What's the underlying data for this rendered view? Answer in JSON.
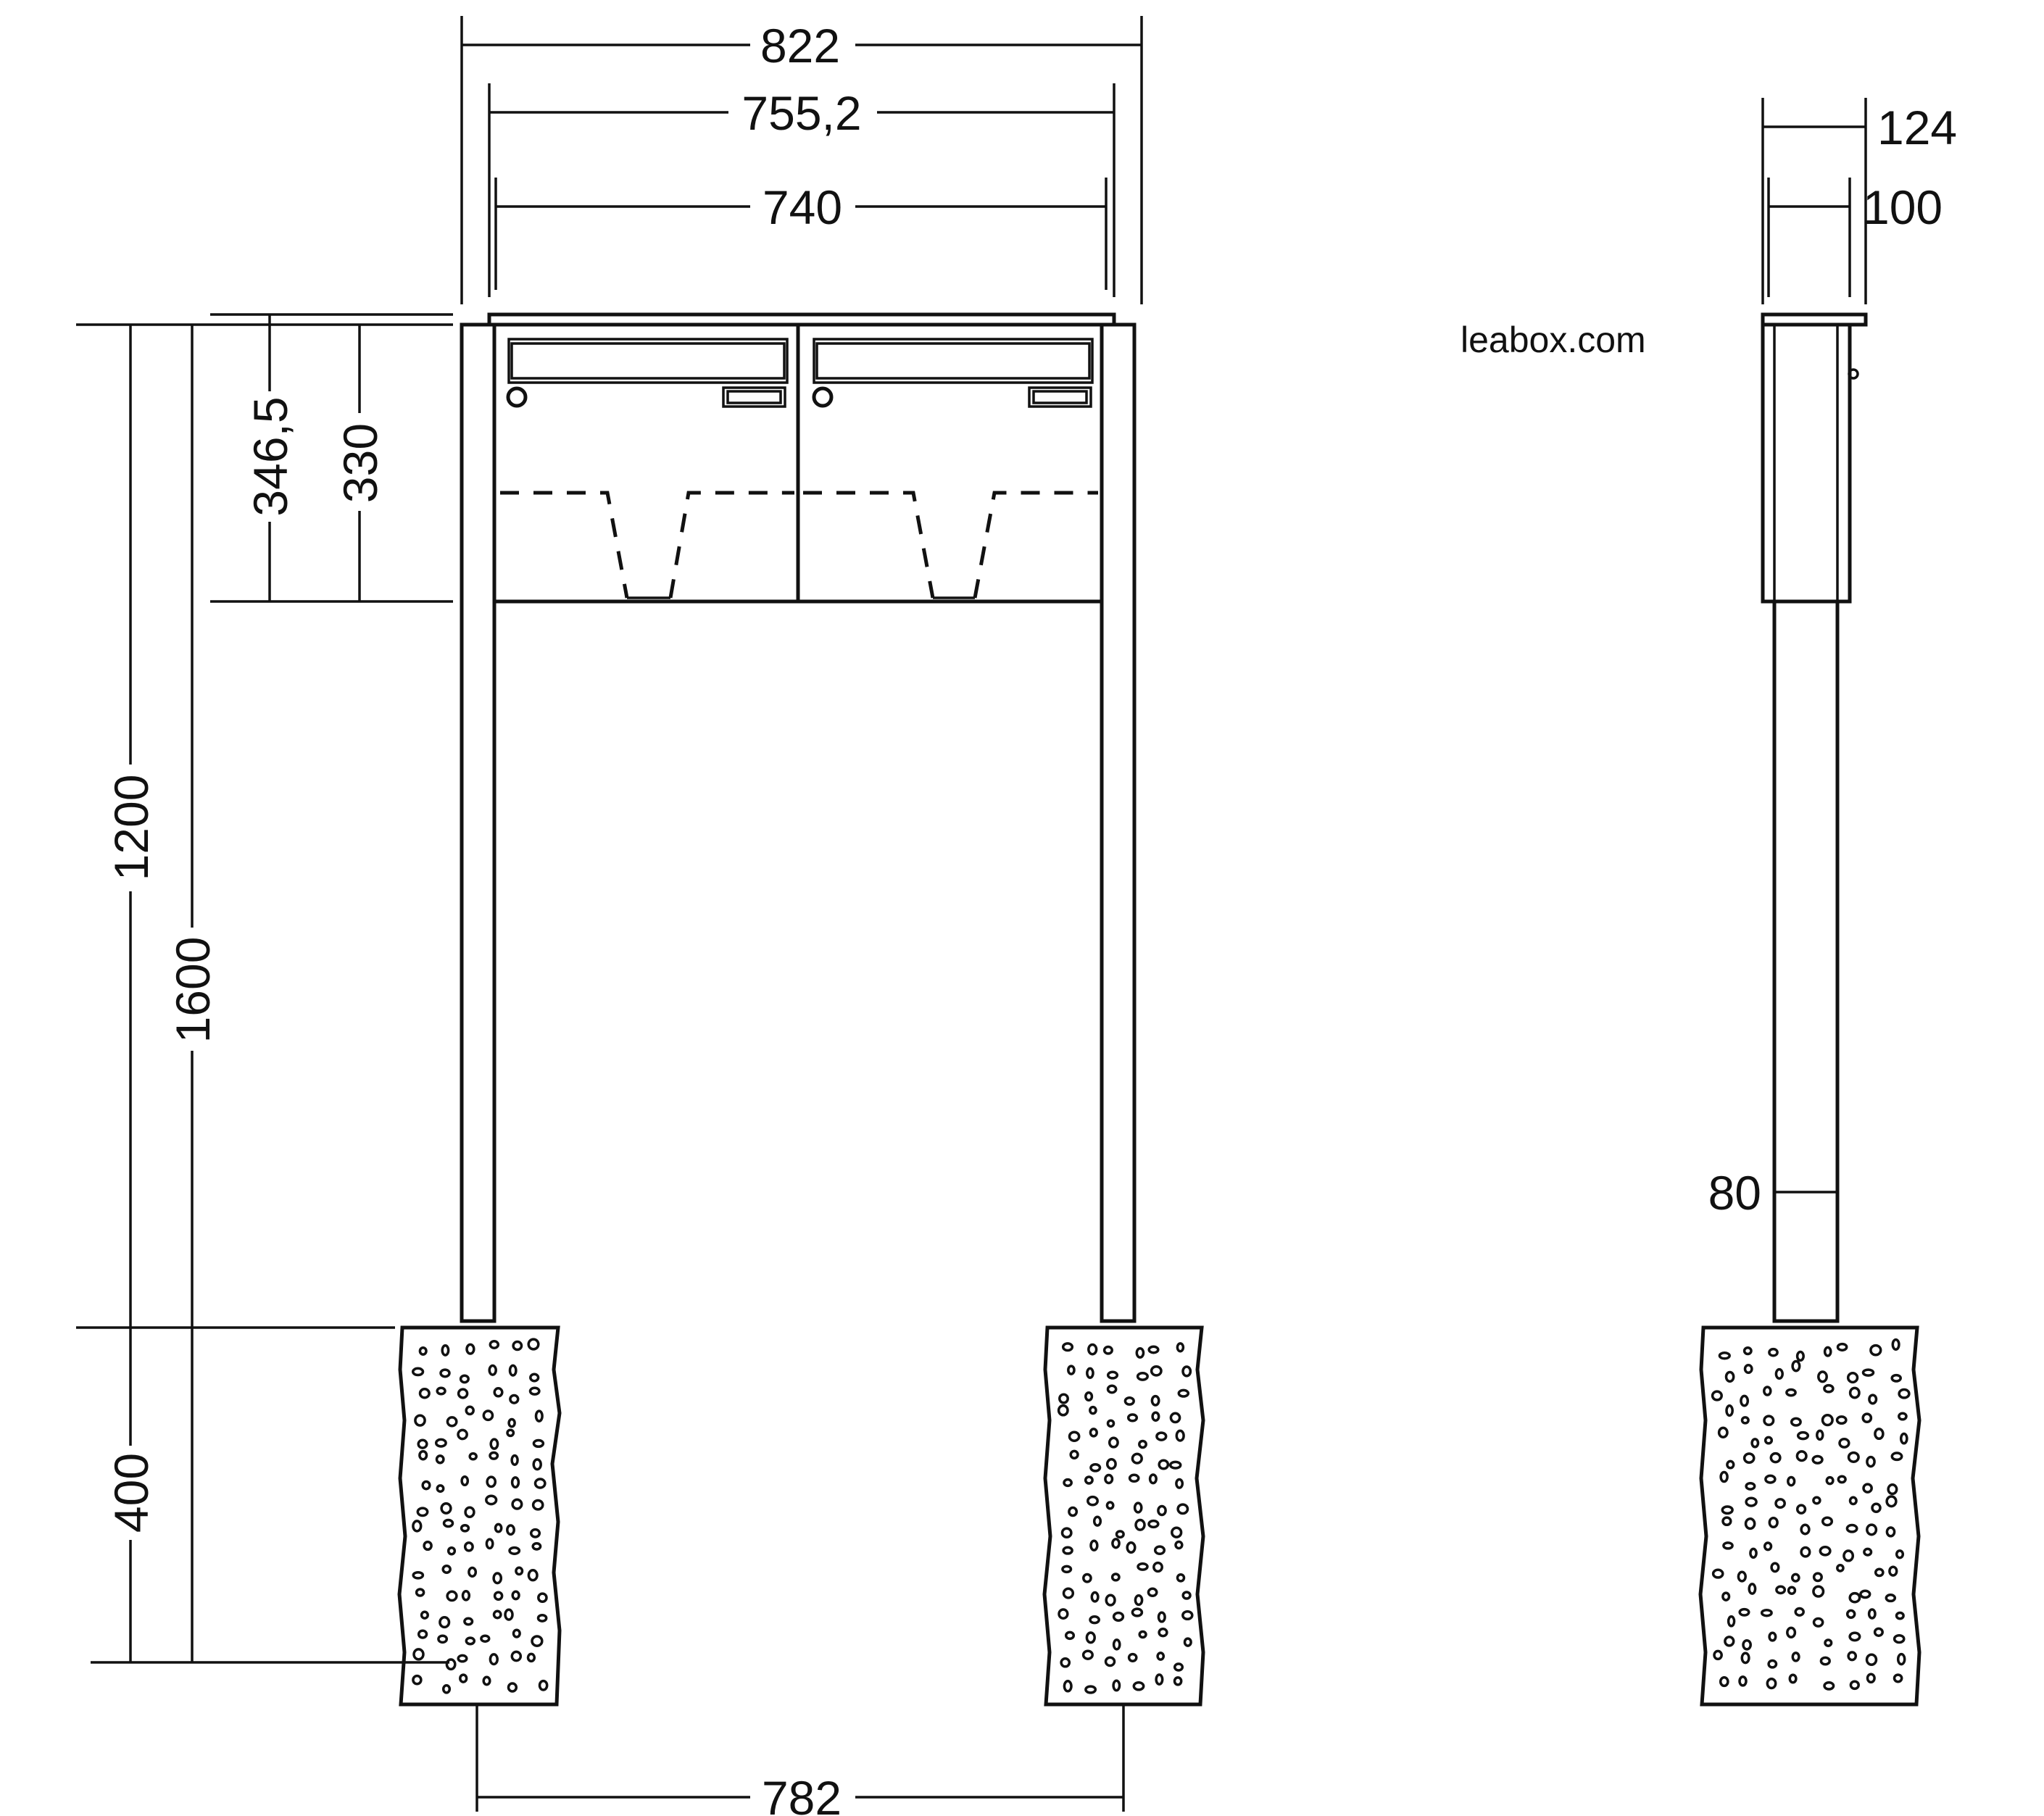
{
  "brand": "leabox.com",
  "dimensions": {
    "overall_width": "822",
    "box_width_outer": "755,2",
    "box_width_inner": "740",
    "box_height_outer": "346,5",
    "box_height_inner": "330",
    "height_above_ground": "1200",
    "total_height": "1600",
    "foundation_depth": "400",
    "post_spacing": "782",
    "depth_outer": "124",
    "depth_inner": "100",
    "post_size": "80"
  },
  "colors": {
    "line": "#111111",
    "background": "#ffffff"
  }
}
